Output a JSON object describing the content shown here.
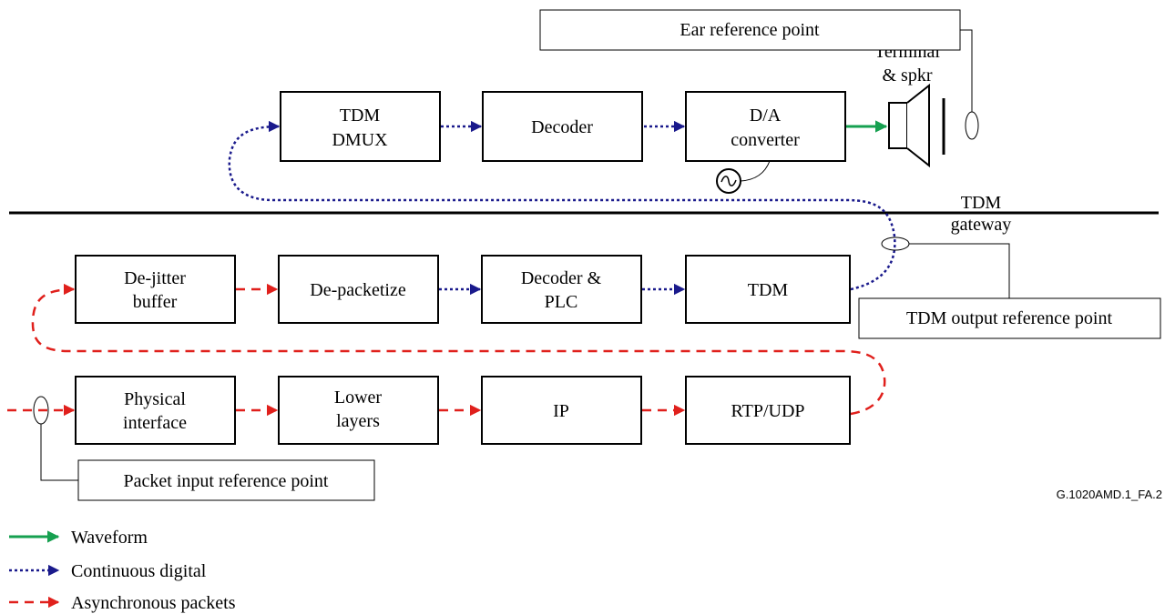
{
  "boxes": {
    "tdm_dmux": [
      "TDM",
      "DMUX"
    ],
    "decoder_top": "Decoder",
    "da_converter": [
      "D/A",
      "converter"
    ],
    "dejitter": [
      "De-jitter",
      "buffer"
    ],
    "depacketize": "De-packetize",
    "decoder_plc": [
      "Decoder &",
      "PLC"
    ],
    "tdm": "TDM",
    "physical": [
      "Physical",
      "interface"
    ],
    "lower": [
      "Lower",
      "layers"
    ],
    "ip": "IP",
    "rtp": "RTP/UDP"
  },
  "reference_points": {
    "ear": "Ear reference point",
    "tdm_output": "TDM output reference point",
    "packet_input": "Packet input reference point"
  },
  "labels": {
    "terminal": [
      "Terminal",
      "& spkr"
    ],
    "gateway": [
      "TDM",
      "gateway"
    ],
    "figure_id": "G.1020AMD.1_FA.2"
  },
  "legend": [
    {
      "label": "Waveform",
      "style": "solid",
      "color": "#16a050"
    },
    {
      "label": "Continuous digital",
      "style": "dotted",
      "color": "#1a1a8c"
    },
    {
      "label": "Asynchronous packets",
      "style": "dashed",
      "color": "#e0201c"
    }
  ],
  "colors": {
    "waveform": "#16a050",
    "continuous_digital": "#1a1a8c",
    "asynchronous_packets": "#e0201c"
  }
}
